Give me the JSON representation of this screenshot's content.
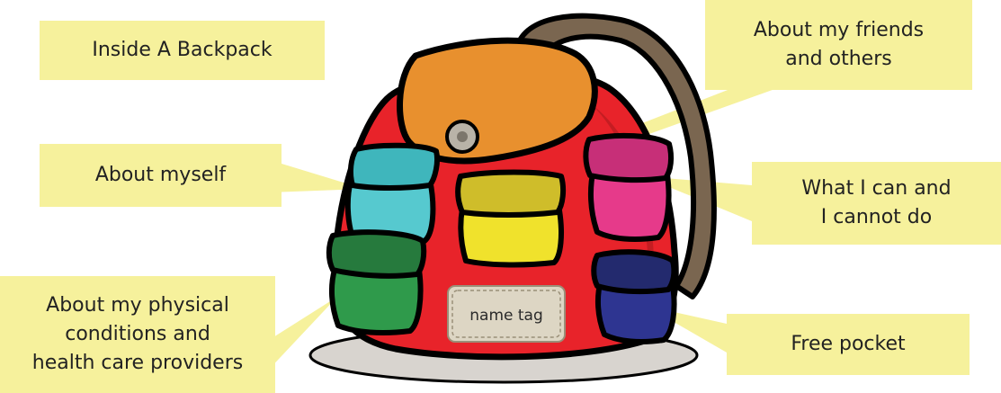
{
  "labels": {
    "inside_backpack": "Inside A Backpack",
    "about_friends": "About my friends\nand others",
    "about_myself": "About myself",
    "can_cannot": "What I can and\nI cannot do",
    "physical_conditions": "About my physical\nconditions and\nhealth care providers",
    "free_pocket": "Free pocket"
  },
  "name_tag": "name tag",
  "colors": {
    "label_bg": "#f6f19c",
    "backpack_body": "#e8232a",
    "flap": "#e8902e",
    "pocket_teal": "#56c9cf",
    "pocket_yellow": "#f0e22c",
    "pocket_pink": "#e63a8a",
    "pocket_green": "#2f9a4b",
    "pocket_navy": "#2e3591",
    "strap": "#7a6650"
  }
}
